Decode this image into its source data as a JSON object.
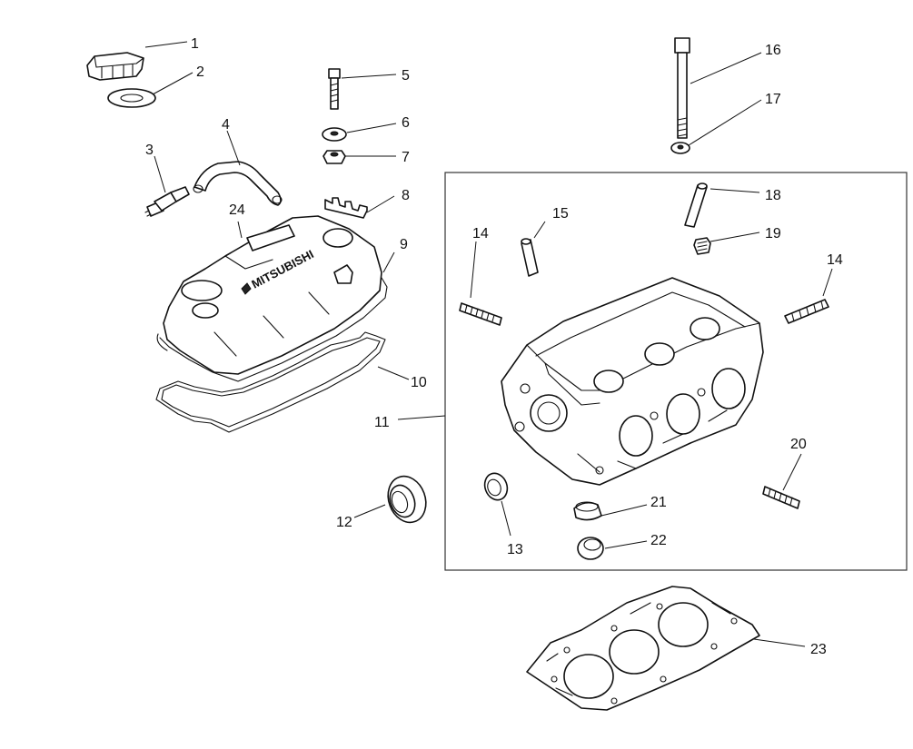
{
  "callouts": {
    "c1": "1",
    "c2": "2",
    "c3": "3",
    "c4": "4",
    "c5": "5",
    "c6": "6",
    "c7": "7",
    "c8": "8",
    "c9": "9",
    "c10": "10",
    "c11": "11",
    "c12": "12",
    "c13": "13",
    "c14a": "14",
    "c14b": "14",
    "c15": "15",
    "c16": "16",
    "c17": "17",
    "c18": "18",
    "c19": "19",
    "c20": "20",
    "c21": "21",
    "c22": "22",
    "c23": "23",
    "c24": "24"
  },
  "cover_brand": "MITSUBISHI"
}
